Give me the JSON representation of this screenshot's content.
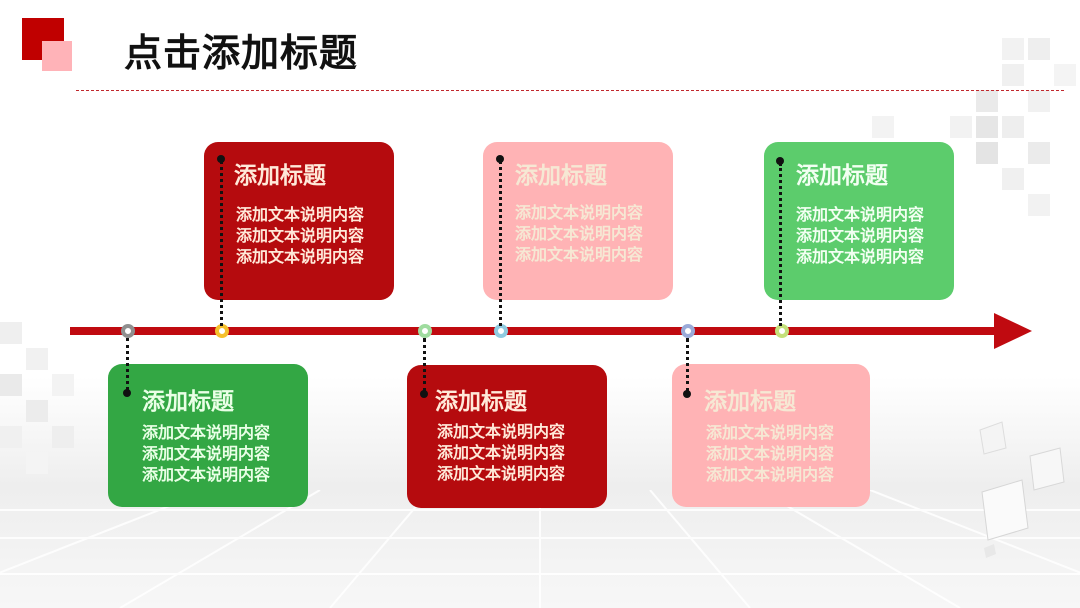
{
  "header": {
    "title": "点击添加标题"
  },
  "colors": {
    "accent": "#c00000",
    "dark_red": "#b50b0e",
    "light_pink": "#ffb3b5",
    "green_light": "#5ccc6c",
    "green_dark": "#33a744",
    "arrow": "#c00a10"
  },
  "cards": [
    {
      "title": "添加标题",
      "lines": [
        "添加文本说明内容",
        "添加文本说明内容",
        "添加文本说明内容"
      ]
    },
    {
      "title": "添加标题",
      "lines": [
        "添加文本说明内容",
        "添加文本说明内容",
        "添加文本说明内容"
      ]
    },
    {
      "title": "添加标题",
      "lines": [
        "添加文本说明内容",
        "添加文本说明内容",
        "添加文本说明内容"
      ]
    },
    {
      "title": "添加标题",
      "lines": [
        "添加文本说明内容",
        "添加文本说明内容",
        "添加文本说明内容"
      ]
    },
    {
      "title": "添加标题",
      "lines": [
        "添加文本说明内容",
        "添加文本说明内容",
        "添加文本说明内容"
      ]
    },
    {
      "title": "添加标题",
      "lines": [
        "添加文本说明内容",
        "添加文本说明内容",
        "添加文本说明内容"
      ]
    }
  ],
  "markers": [
    {
      "name": "marker-gray",
      "color": "#8f8f8f"
    },
    {
      "name": "marker-yellow",
      "color": "#f5c02c"
    },
    {
      "name": "marker-green",
      "color": "#9fdc9f"
    },
    {
      "name": "marker-blue",
      "color": "#8fcbe0"
    },
    {
      "name": "marker-purple",
      "color": "#9aaad8"
    },
    {
      "name": "marker-lime",
      "color": "#c4e07a"
    }
  ]
}
